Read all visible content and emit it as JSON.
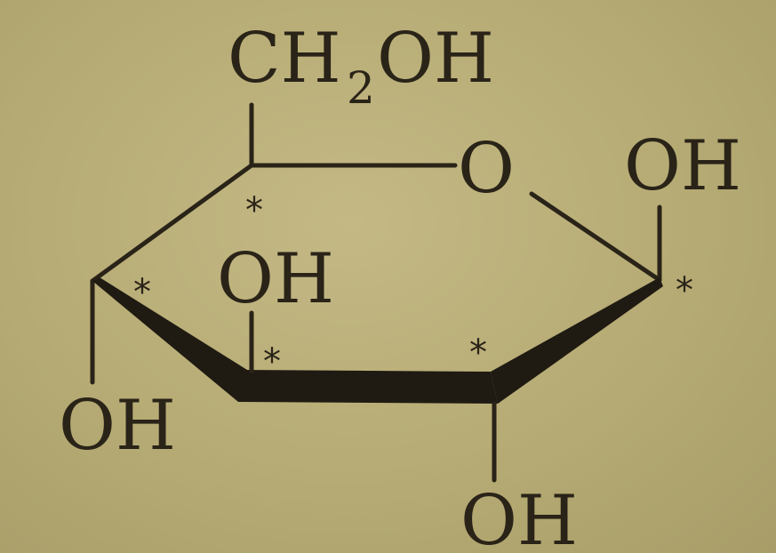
{
  "molecule": {
    "substituents": {
      "c6_group_main": "CH",
      "c6_group_sub": "2",
      "c6_group_tail": "OH",
      "c1_group": "OH",
      "c2_group": "OH",
      "c3_group": "OH",
      "c4_group": "OH"
    },
    "ring_oxygen": "O",
    "stereocenter_mark": "*",
    "colors": {
      "ink": "#2a2318",
      "paper": "#b8ad78"
    }
  }
}
